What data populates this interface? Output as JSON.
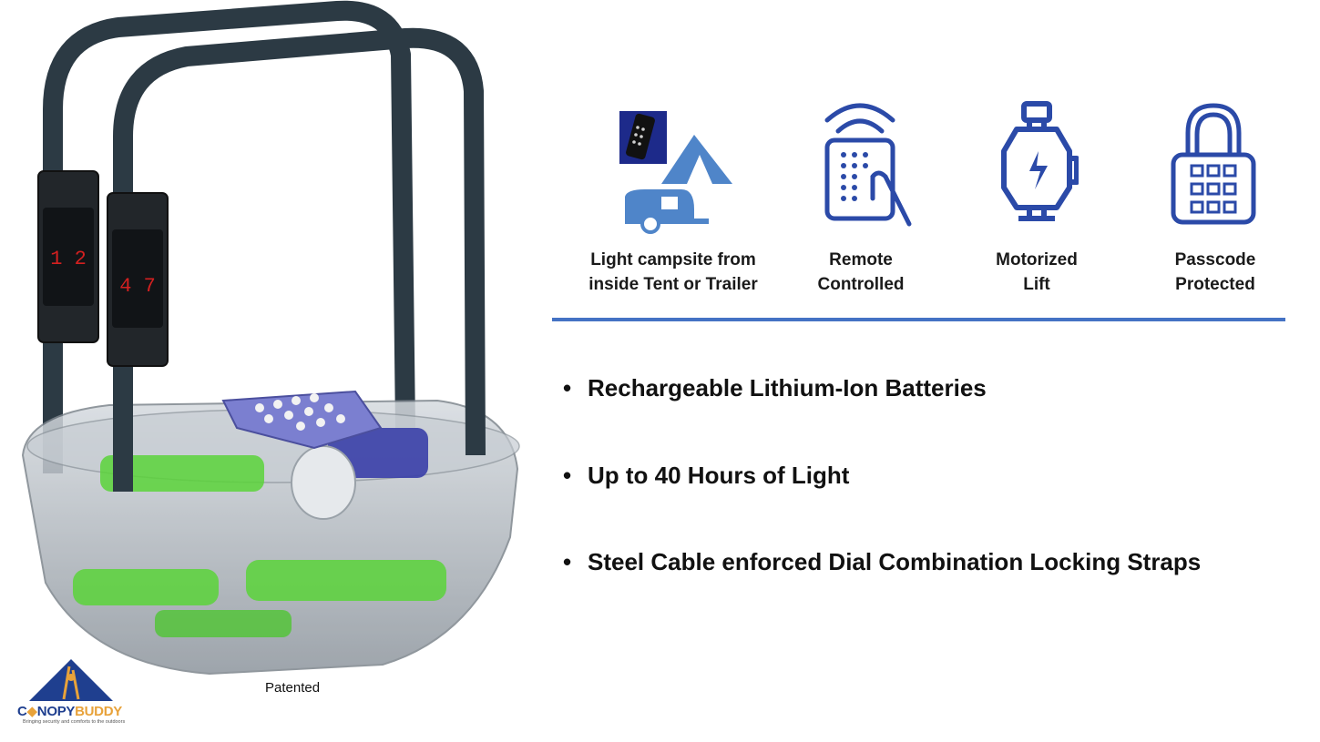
{
  "features": [
    {
      "icon": "campsite-remote-icon",
      "lines": [
        "Light campsite from",
        "inside Tent or Trailer"
      ]
    },
    {
      "icon": "remote-control-icon",
      "lines": [
        "Remote",
        "Controlled"
      ]
    },
    {
      "icon": "motor-icon",
      "lines": [
        "Motorized",
        "Lift"
      ]
    },
    {
      "icon": "padlock-keypad-icon",
      "lines": [
        "Passcode",
        "Protected"
      ]
    }
  ],
  "bullets": [
    "Rechargeable Lithium-Ion Batteries",
    "Up to 40 Hours of Light",
    "Steel Cable enforced Dial Combination Locking Straps"
  ],
  "bullet_symbol": "•",
  "product": {
    "lock1_digits": "1 2",
    "lock2_digits": "4 7"
  },
  "patented_label": "Patented",
  "logo": {
    "name_part1": "C",
    "name_part2": "NOPY",
    "name_part3": "BUDDY",
    "tagline": "Bringing security and comforts to the outdoors"
  },
  "colors": {
    "accent_blue": "#4472c4",
    "icon_blue": "#2b4aa8",
    "battery_green": "#5bd43a",
    "strap_dark": "#2c3a44"
  }
}
